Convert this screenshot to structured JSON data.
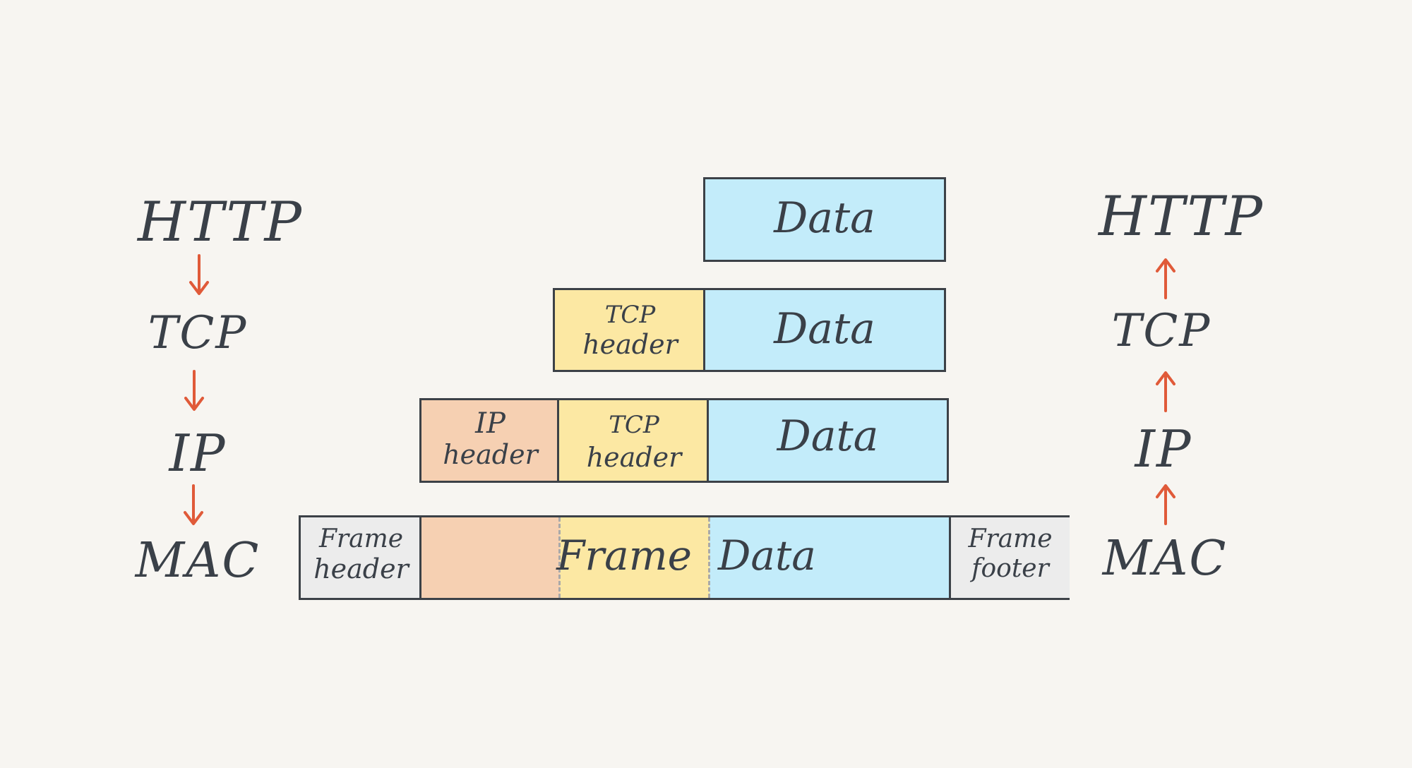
{
  "colors": {
    "background": "#f7f5f1",
    "data": "#c3ecfa",
    "tcp": "#fce8a3",
    "ip": "#f6d0b2",
    "frame": "#ececec",
    "arrow": "#e05a39",
    "ink": "#3a4048"
  },
  "left_stack": {
    "labels": [
      "HTTP",
      "TCP",
      "IP",
      "MAC"
    ],
    "arrow_direction": "down"
  },
  "right_stack": {
    "labels": [
      "HTTP",
      "TCP",
      "IP",
      "MAC"
    ],
    "arrow_direction": "up"
  },
  "packets": {
    "http_row": {
      "data": "Data"
    },
    "tcp_row": {
      "tcp_header_line1": "TCP",
      "tcp_header_line2": "header",
      "data": "Data"
    },
    "ip_row": {
      "ip_header_line1": "IP",
      "ip_header_line2": "header",
      "tcp_header_line1": "TCP",
      "tcp_header_line2": "header",
      "data": "Data"
    },
    "mac_row": {
      "frame_header_line1": "Frame",
      "frame_header_line2": "header",
      "frame_data": "Frame  Data",
      "frame_footer_line1": "Frame",
      "frame_footer_line2": "footer"
    }
  }
}
